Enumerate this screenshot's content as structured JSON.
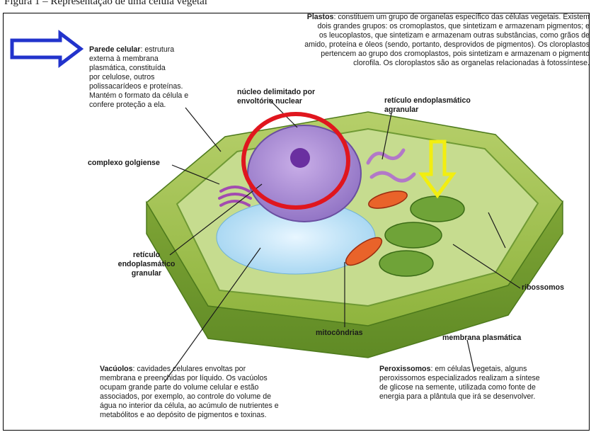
{
  "header_fragment": "Figura 1 – Representação de uma célula vegetal",
  "descriptions": {
    "plastos": {
      "term": "Plastos",
      "lines": [
        ": constituem um grupo de organelas específico das células vegetais. Existem",
        "dois grandes grupos: os cromoplastos, que sintetizam e armazenam pigmentos; e",
        "os leucoplastos, que sintetizam e armazenam outras substâncias, como grãos de",
        "amido, proteína e óleos (sendo, portanto, desprovidos de pigmentos). Os cloroplastos",
        "pertencem ao grupo dos cromoplastos, pois sintetizam e armazenam o pigmento",
        "clorofila. Os cloroplastos são as organelas relacionadas à fotossíntese."
      ]
    },
    "parede": {
      "term": "Parede celular",
      "lines": [
        ": estrutura",
        "externa à membrana",
        "plasmática, constituída",
        "por celulose, outros",
        "polissacarídeos e proteínas.",
        "Mantém o formato da célula e",
        "confere proteção a ela."
      ]
    },
    "vacuolos": {
      "term": "Vacúolos",
      "lines": [
        ": cavidades celulares envoltas por",
        "membrana e preenchidas por líquido. Os vacúolos",
        "ocupam grande parte do volume celular e estão",
        "associados, por exemplo, ao controle do volume de",
        "água no interior da célula, ao acúmulo de nutrientes e",
        "metabólitos e ao depósito de pigmentos e toxinas."
      ]
    },
    "peroxissomos": {
      "term": "Peroxissomos",
      "lines": [
        ": em células vegetais, alguns",
        "peroxissomos especializados realizam a síntese",
        "de glicose na semente, utilizada como fonte de",
        "energia para a plântula que irá se desenvolver."
      ]
    }
  },
  "labels": {
    "nucleo": [
      "núcleo delimitado por",
      "envoltório nuclear"
    ],
    "reticulo_agranular": [
      "retículo endoplasmático",
      "agranular"
    ],
    "golgi": "complexo golgiense",
    "reticulo_granular": [
      "retículo",
      "endoplasmático",
      "granular"
    ],
    "ribossomos": "ribossomos",
    "mitocondrias": "mitocôndrias",
    "membrana": "membrana plasmática"
  },
  "annotations": {
    "blue_arrow_color": "#2233cc",
    "red_circle_color": "#e0161e",
    "yellow_arrow_color": "#f2ee10"
  }
}
